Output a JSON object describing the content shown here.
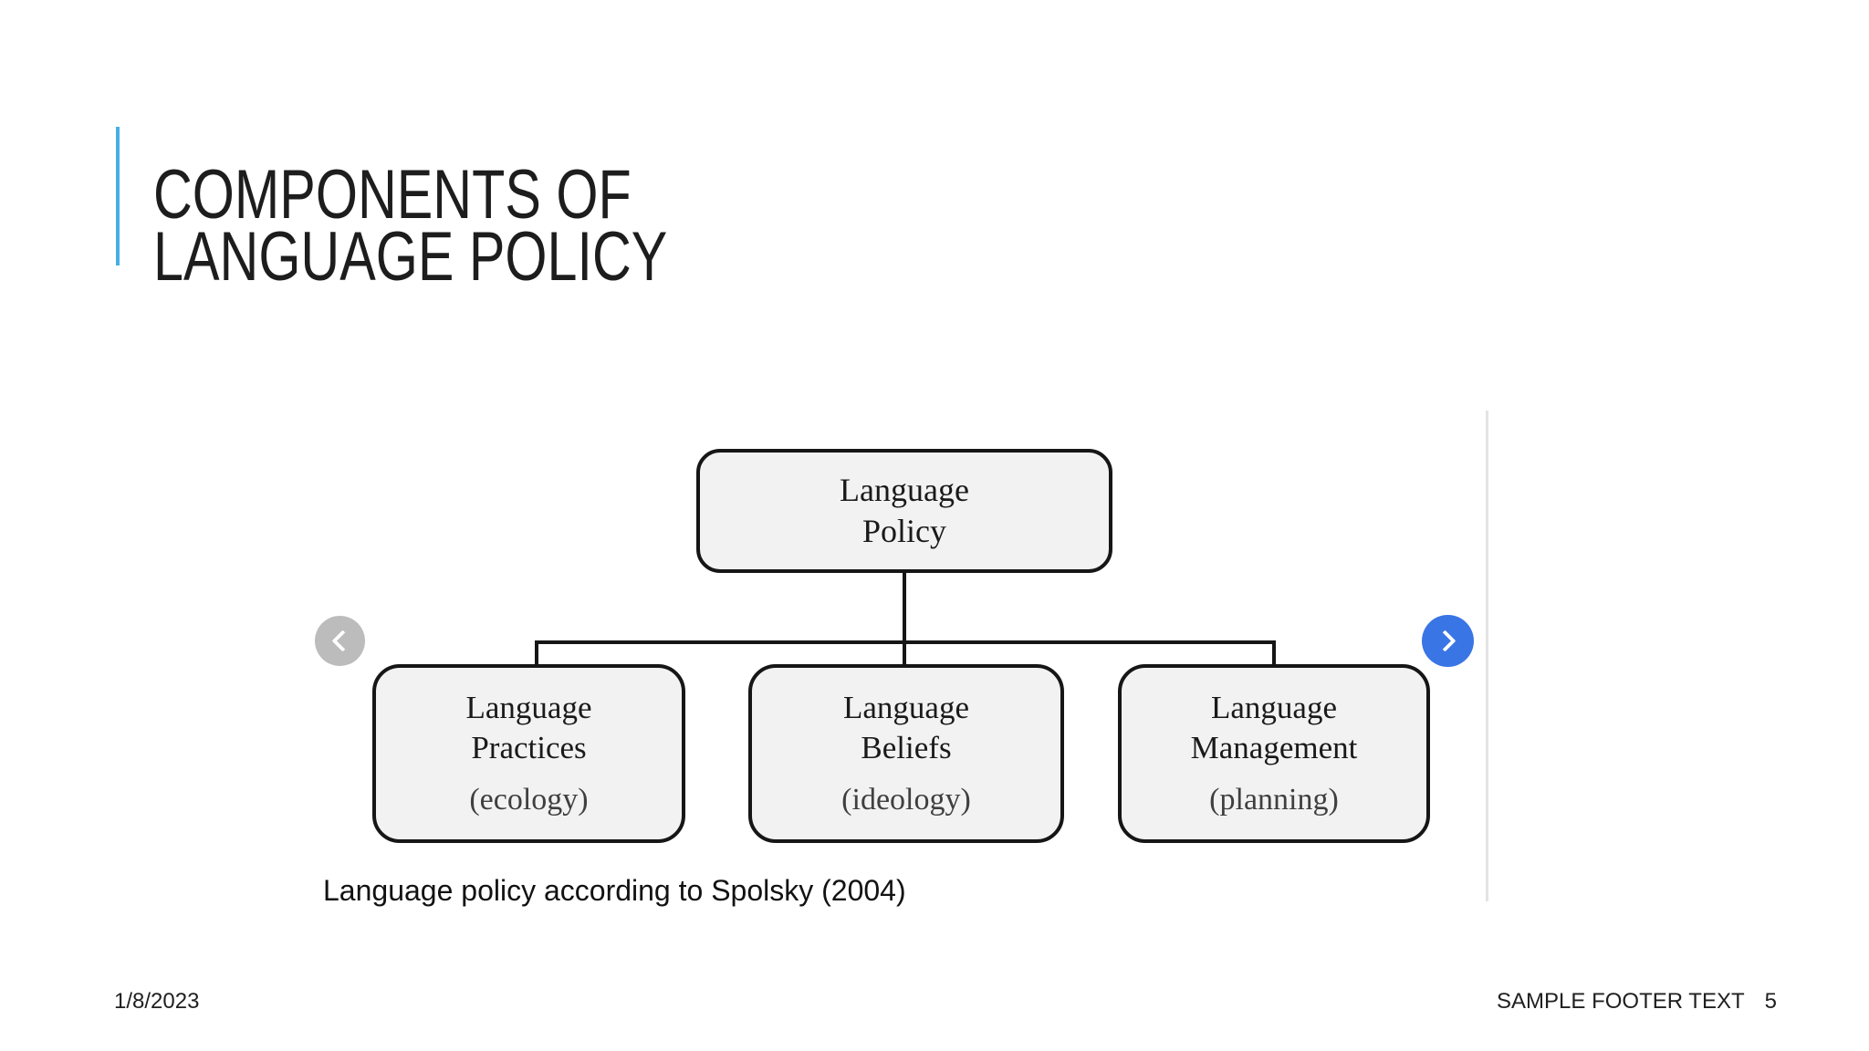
{
  "slide": {
    "title": "COMPONENTS OF LANGUAGE POLICY",
    "accent_color": "#45b0e5",
    "caption": "Language policy according to Spolsky (2004)",
    "footer": {
      "date": "1/8/2023",
      "text": "SAMPLE FOOTER TEXT",
      "page_number": "5"
    }
  },
  "carousel": {
    "prev_icon": "chevron-left",
    "next_icon": "chevron-right",
    "prev_color": "#bcbcbc",
    "next_color": "#3a75e5"
  },
  "diagram": {
    "type": "hierarchy-tree",
    "box_fill": "#f1f2f1",
    "box_border": "#161616",
    "root": {
      "line1": "Language",
      "line2": "Policy"
    },
    "children": [
      {
        "line1": "Language",
        "line2": "Practices",
        "sub": "(ecology)"
      },
      {
        "line1": "Language",
        "line2": "Beliefs",
        "sub": "(ideology)"
      },
      {
        "line1": "Language",
        "line2": "Management",
        "sub": "(planning)"
      }
    ]
  }
}
